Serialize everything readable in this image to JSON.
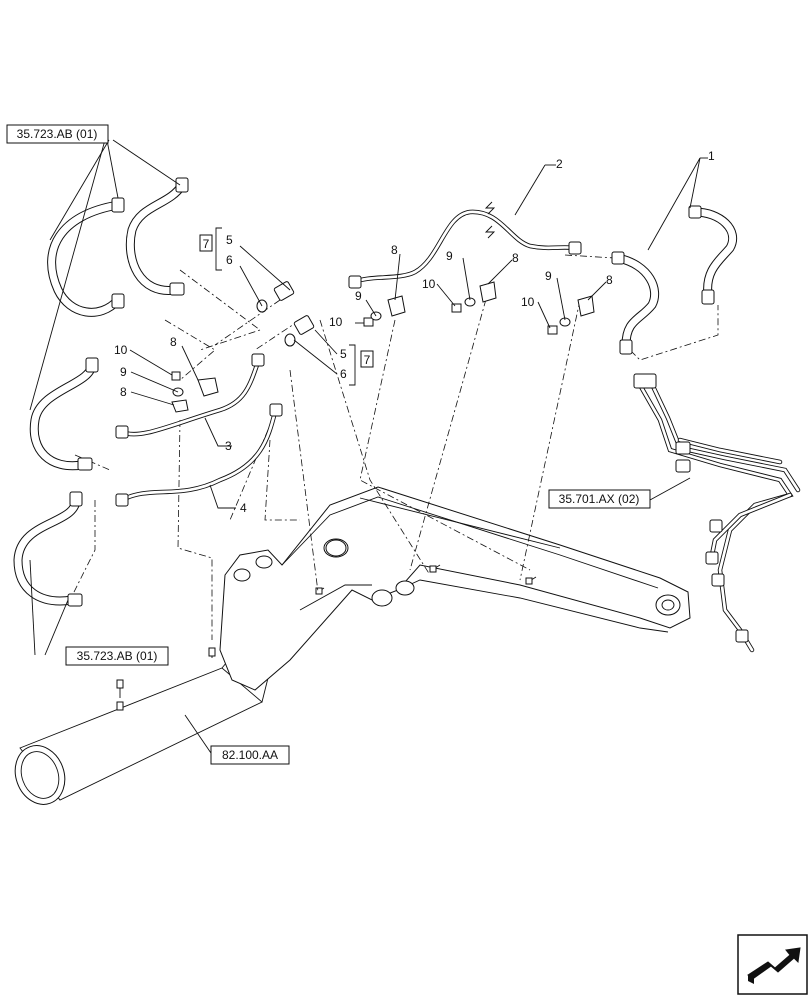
{
  "diagram": {
    "references": {
      "top_left": "35.723.AB (01)",
      "bottom_left": "35.723.AB (01)",
      "right": "35.701.AX (02)",
      "bottom": "82.100.AA"
    },
    "callouts": {
      "c1": "1",
      "c2": "2",
      "c3": "3",
      "c4": "4",
      "c5a": "5",
      "c6a": "6",
      "c5b": "5",
      "c6b": "6",
      "c7a": "7",
      "c7b": "7",
      "c8a": "8",
      "c8b": "8",
      "c8c": "8",
      "c8d": "8",
      "c8e": "8",
      "c9a": "9",
      "c9b": "9",
      "c9c": "9",
      "c9d": "9",
      "c10a": "10",
      "c10b": "10",
      "c10c": "10",
      "c10d": "10"
    },
    "nav_icon": "next-page-arrow-icon"
  }
}
